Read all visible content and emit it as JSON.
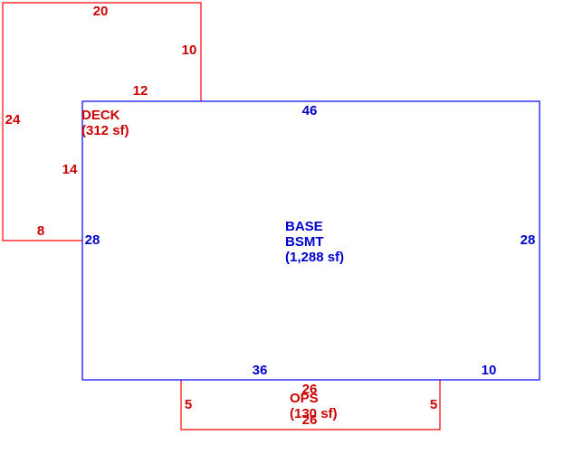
{
  "colors": {
    "base_stroke": "#0000ff",
    "base_text": "#0000cc",
    "addition_stroke": "#ff0000",
    "addition_text": "#cc0000",
    "background": "#ffffff"
  },
  "base": {
    "name_line1": "BASE",
    "name_line2": "BSMT",
    "area": "(1,288 sf)",
    "dim_top": "46",
    "dim_left": "28",
    "dim_right": "28",
    "dim_bottom_left": "36",
    "dim_bottom_right": "10"
  },
  "deck": {
    "name": "DECK",
    "area": "(312 sf)",
    "dim_top": "20",
    "dim_right_upper": "10",
    "dim_inner_step": "12",
    "dim_left": "24",
    "dim_inner_lower": "14",
    "dim_bottom": "8"
  },
  "ops": {
    "name": "OPS",
    "area": "(130 sf)",
    "dim_top": "26",
    "dim_bottom": "26",
    "dim_left": "5",
    "dim_right": "5"
  }
}
